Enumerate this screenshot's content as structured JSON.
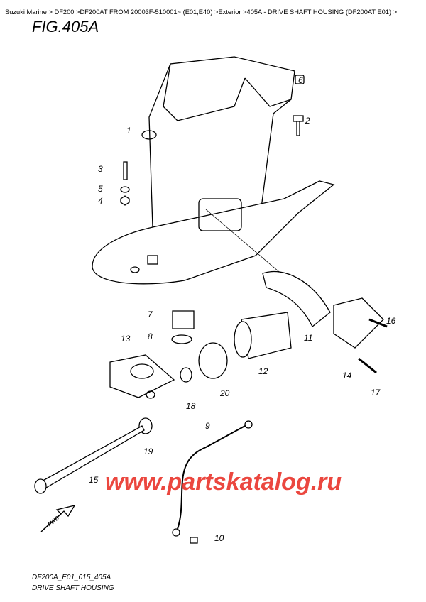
{
  "breadcrumb": [
    {
      "label": "Suzuki Marine"
    },
    {
      "label": "DF200"
    },
    {
      "label": "DF200AT FROM 20003F-510001~ (E01,E40)"
    },
    {
      "label": "Exterior"
    },
    {
      "label": "405A - DRIVE SHAFT HOUSING (DF200AT E01)"
    }
  ],
  "separator": ">",
  "figure_title": "FIG.405A",
  "part_labels": [
    "1",
    "2",
    "3",
    "4",
    "5",
    "6",
    "7",
    "8",
    "9",
    "10",
    "11",
    "12",
    "13",
    "14",
    "15",
    "16",
    "17",
    "18",
    "19",
    "20"
  ],
  "fwd_label": "FWD",
  "watermark": "www.partskatalog.ru",
  "footer": {
    "code": "DF200A_E01_015_405A",
    "caption": "DRIVE SHAFT HOUSING"
  }
}
